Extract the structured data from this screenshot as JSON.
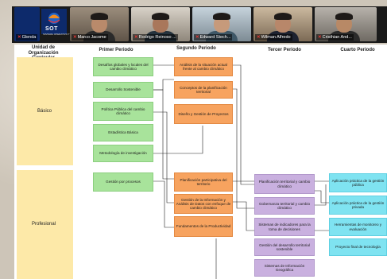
{
  "video_bar": {
    "logo": {
      "text": "SOT",
      "sub": "SISTEMA OPERATIVO TECNOLOGICO"
    },
    "participants": [
      {
        "name": "Glenda",
        "muted": true
      },
      {
        "name": "Marco Jacome",
        "muted": true
      },
      {
        "name": "Rodrigo Reinoso ...",
        "muted": true
      },
      {
        "name": "Edward Stech...",
        "muted": true
      },
      {
        "name": "Wilman Alfredo",
        "muted": true
      },
      {
        "name": "Cristhian And...",
        "muted": true
      }
    ]
  },
  "slide": {
    "headers": {
      "unit": "Unidad de Organización Curricular",
      "p1": "Primer Periodo",
      "p2": "Segundo Periodo",
      "p3": "Tercer Periodo",
      "p4": "Cuarto Periodo"
    },
    "units": {
      "basic": "Básico",
      "professional": "Profesional"
    },
    "first_period": [
      "Desafíos globales y locales del cambio climático",
      "Desarrollo Sostenible",
      "Política Pública del cambio climático",
      "Estadística Básica",
      "Metodología de investigación",
      "Gestión por procesos"
    ],
    "second_period": [
      "Análisis de la situación actual frente al cambio climático",
      "Conceptos de la planificación territorial",
      "Diseño y Gestión de Proyectos",
      "Planificación participativa del territorio",
      "Gestión de la Información y Análisis de Datos con enfoque de cambio climático",
      "Fundamentos de la Productividad"
    ],
    "third_period": [
      "Planificación territorial y cambio climático",
      "Gobernanza territorial y cambio climático",
      "Sistemas de indicadores para la toma de decisiones",
      "Gestión del desarrollo territorial sostenible",
      "Sistemas de Información Geográfica"
    ],
    "fourth_period": [
      "Aplicación práctica de la gestión pública",
      "Aplicación práctica de la gestión privada",
      "Herramientas de monitoreo y evaluación",
      "Proyecto final de tecnología"
    ]
  },
  "colors": {
    "first": "#a8e39b",
    "second": "#f7a35f",
    "third": "#c9b0df",
    "fourth": "#7fe3f1",
    "band": "#fde9a8",
    "muted": "#e53935"
  }
}
